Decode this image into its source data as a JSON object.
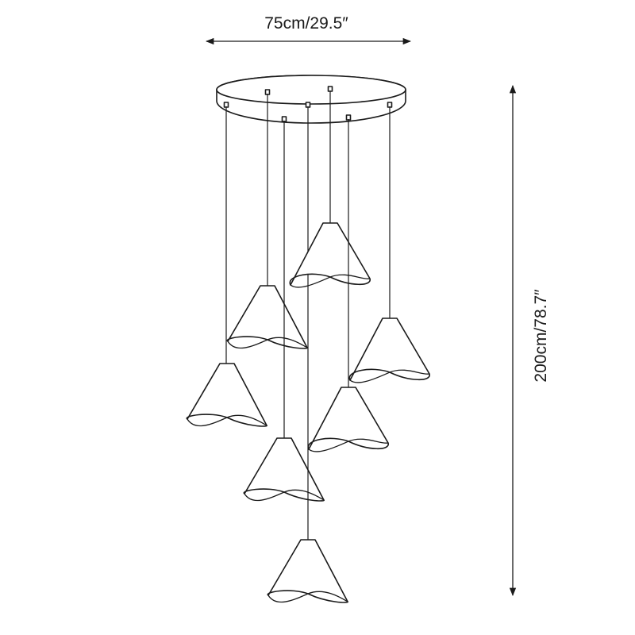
{
  "dimensions": {
    "width_label": "75cm/29.5″",
    "height_label": "200cm/78.7″"
  },
  "fixture": {
    "canopy_shape": "round",
    "pendant_count": 7,
    "shade_shape": "cone-with-twisted-rim"
  },
  "colors": {
    "line": "#1a1a1a",
    "background": "#ffffff"
  }
}
